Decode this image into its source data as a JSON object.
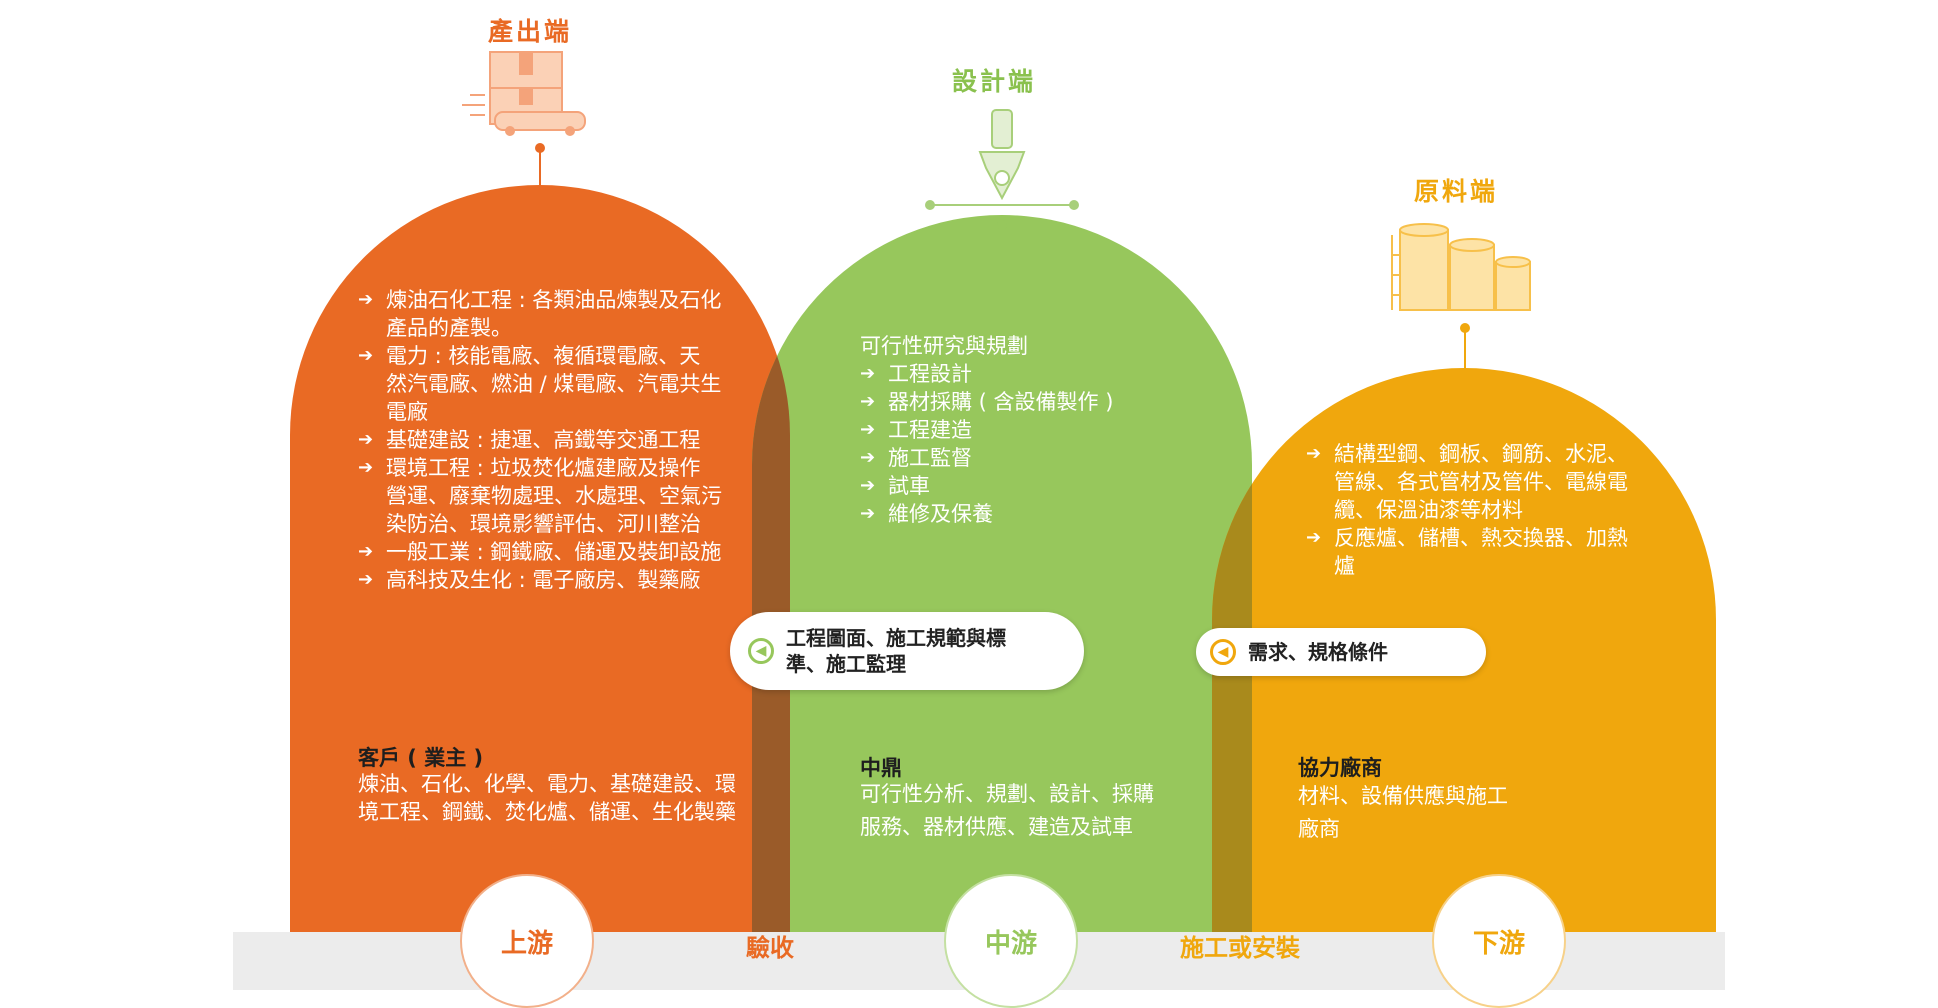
{
  "colors": {
    "orange": "#e96a24",
    "green": "#97c75c",
    "yellow": "#f0a70d",
    "overlap_left": "#9a5b29",
    "overlap_right": "#a98a1c",
    "base": "#ececec"
  },
  "headers": {
    "output": {
      "title": "產出端",
      "icon": "forklift-box-icon"
    },
    "design": {
      "title": "設計端",
      "icon": "pen-nib-icon"
    },
    "material": {
      "title": "原料端",
      "icon": "factory-tanks-icon"
    }
  },
  "left": {
    "items": [
      "煉油石化工程 : 各類油品煉製及石化產品的產製。",
      "電力 : 核能電廠、複循環電廠、天 然汽電廠、燃油 / 煤電廠、汽電共生電廠",
      "基礎建設 : 捷運、高鐵等交通工程",
      "環境工程 : 垃圾焚化爐建廠及操作 營運、廢棄物處理、水處理、空氣污染防治、環境影響評估、河川整治",
      "一般工業 : 鋼鐵廠、儲運及裝卸設施",
      "高科技及生化 : 電子廠房、製藥廠"
    ],
    "section_title": "客戶 ( 業主 )",
    "section_text": "煉油、石化、化學、電力、基礎建設、環境工程、鋼鐵、焚化爐、儲運、生化製藥"
  },
  "middle": {
    "intro": "可行性研究與規劃",
    "items": [
      "工程設計",
      "器材採購 ( 含設備製作 )",
      "工程建造",
      "施工監督",
      "試車",
      "維修及保養"
    ],
    "section_title": "中鼎",
    "section_text": "可行性分析、規劃、設計、採購服務、器材供應、建造及試車"
  },
  "right": {
    "items": [
      "結構型鋼、鋼板、鋼筋、水泥、管線、各式管材及管件、電線電纜、保溫油漆等材料",
      "反應爐、儲槽、熱交換器、加熱爐"
    ],
    "section_title": "協力廠商",
    "section_text": "材料、設備供應與施工廠商"
  },
  "pills": {
    "left": {
      "text": "工程圖面、施工規範與標準、施工監理",
      "icon": "left-arrow-circle-icon"
    },
    "right": {
      "text": "需求、規格條件",
      "icon": "left-arrow-circle-icon"
    }
  },
  "bottom": {
    "upstream": "上游",
    "midstream": "中游",
    "downstream": "下游",
    "acceptance": "驗收",
    "construction": "施工或安裝"
  }
}
